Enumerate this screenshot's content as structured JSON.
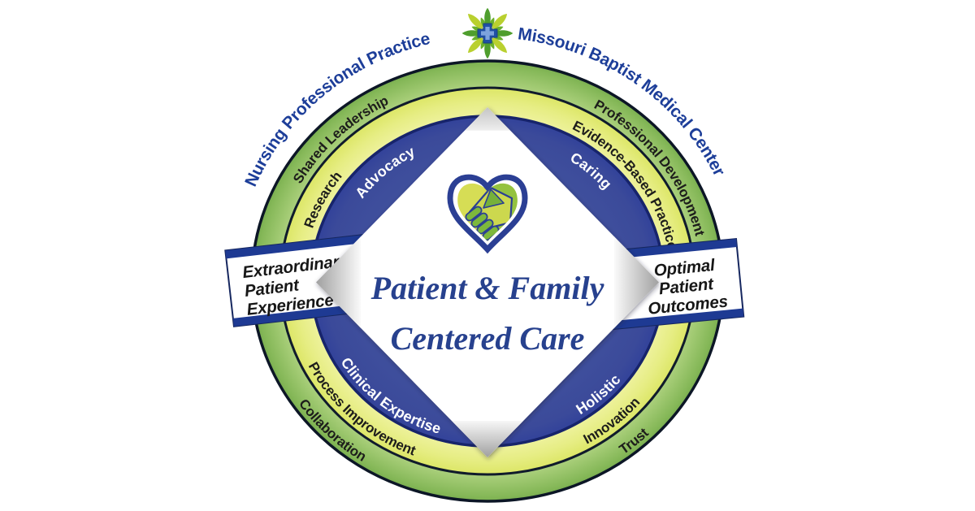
{
  "header": {
    "title_left": "Nursing Professional Practice",
    "title_right": "Missouri Baptist Medical Center"
  },
  "logo": {
    "icon": "leaf-cross-logo"
  },
  "rings": {
    "outer": {
      "top_left": "Shared Leadership",
      "top_right": "Professional Development",
      "bottom_left": "Collaboration",
      "bottom_right": "Trust"
    },
    "middle": {
      "top_left": "Research",
      "top_right": "Evidence-Based Practice",
      "bottom_left": "Process Improvement",
      "bottom_right": "Innovation"
    },
    "inner": {
      "top_left": "Advocacy",
      "top_right": "Caring",
      "bottom_left": "Clinical Expertise",
      "bottom_right": "Holistic"
    }
  },
  "banners": {
    "left": {
      "lines": [
        "Extraordinary",
        "Patient",
        "Experience"
      ]
    },
    "right": {
      "lines": [
        "Optimal",
        "Patient",
        "Outcomes"
      ]
    }
  },
  "center": {
    "icon": "handshake-heart-icon",
    "line1": "Patient & Family",
    "line2": "Centered Care"
  },
  "colors": {
    "outer_ring_green": "#8abd5e",
    "middle_ring_yellow": "#e3eb7a",
    "inner_ring_blue": "#3b4a9a",
    "ring_outline_dark": "#101b2c",
    "title_blue": "#1d3e99",
    "banner_stripe_blue": "#1e3a93",
    "heart_outline_blue": "#2b3f94",
    "hand_yellow_green": "#ccd84e",
    "hand_green": "#7db83c",
    "label_dark": "#1d1d1b",
    "label_light": "#ffffff"
  }
}
